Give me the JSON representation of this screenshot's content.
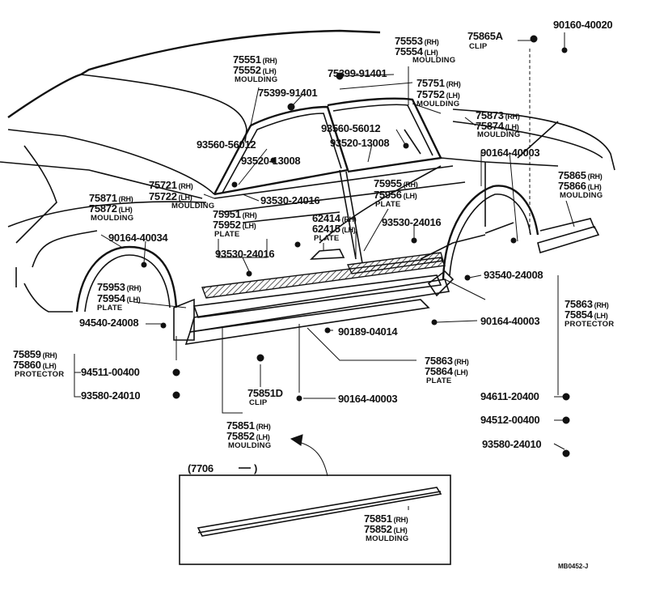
{
  "sides": {
    "rh": "(RH)",
    "lh": "(LH)"
  },
  "parts": {
    "p75553": "75553",
    "p75554": "75554",
    "moulding_top": "MOULDING",
    "p75865A": "75865A",
    "clip_top": "CLIP",
    "p90160": "90160-40020",
    "p75551": "75551",
    "p75552": "75552",
    "moulding_roof": "MOULDING",
    "p75399_a": "75399-91401",
    "p75399_b": "75399-91401",
    "p75751": "75751",
    "p75752": "75752",
    "moulding_belt": "MOULDING",
    "p75873": "75873",
    "p75874": "75874",
    "moulding_arch_r": "MOULDING",
    "p93560_a": "93560-56012",
    "p93520_a": "93520-13008",
    "p93560_b": "93560-56012",
    "p93520_b": "93520-13008",
    "p90164_a": "90164-40003",
    "p75865": "75865",
    "p75866": "75866",
    "moulding_rear": "MOULDING",
    "p75721": "75721",
    "p75722": "75722",
    "moulding_front_pillar": "MOULDING",
    "p93530_a": "93530-24016",
    "p75955": "75955",
    "p75956": "75956",
    "plate_a": "PLATE",
    "p75871": "75871",
    "p75872": "75872",
    "moulding_arch_f": "MOULDING",
    "p75951": "75951",
    "p75952": "75952",
    "plate_b": "PLATE",
    "p62414": "62414",
    "p62415": "62415",
    "plate_c": "PLATE",
    "p93530_b": "93530-24016",
    "p90164_b": "90164-40034",
    "p93530_c": "93530-24016",
    "p93540": "93540-24008",
    "p75953": "75953",
    "p75954": "75954",
    "plate_d": "PLATE",
    "p75863": "75863",
    "p75854": "75854",
    "protector_r": "PROTECTOR",
    "p94540": "94540-24008",
    "p90164_c": "90164-40003",
    "p90189": "90189-04014",
    "p75859": "75859",
    "p75860": "75860",
    "protector_l": "PROTECTOR",
    "p75863b": "75863",
    "p75864": "75864",
    "plate_e": "PLATE",
    "p94511": "94511-00400",
    "p93580_a": "93580-24010",
    "p75851D": "75851D",
    "clip_mid": "CLIP",
    "p90164_d": "90164-40003",
    "p94611": "94611-20400",
    "p94512": "94512-00400",
    "p75851": "75851",
    "p75852": "75852",
    "moulding_rocker": "MOULDING",
    "p93580_b": "93580-24010",
    "p7706": "(7706",
    "p7706_close": ")",
    "p75851_inset": "75851",
    "p75852_inset": "75852",
    "moulding_inset": "MOULDING",
    "drawing_code": "MB0452-J"
  }
}
